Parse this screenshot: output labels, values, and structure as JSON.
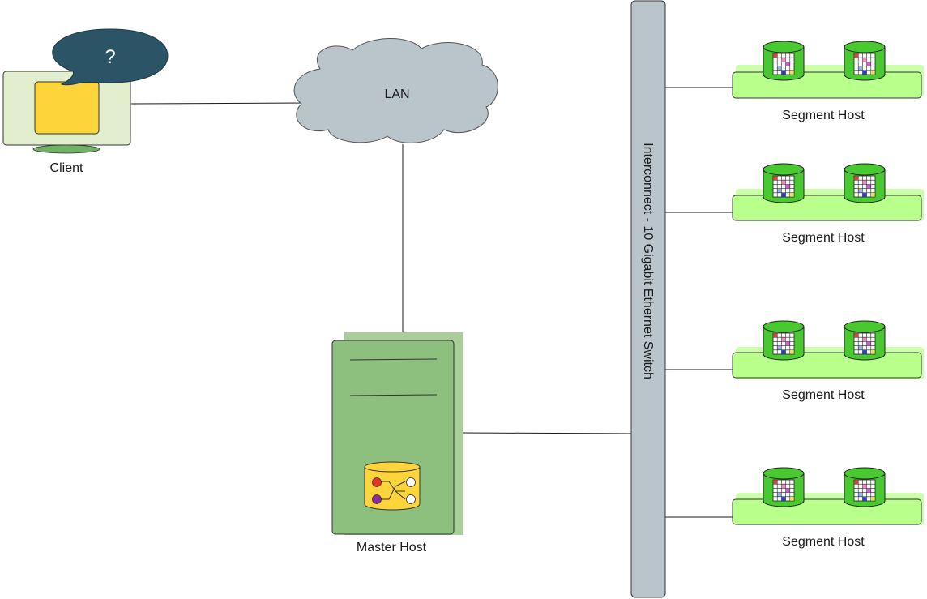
{
  "nodes": {
    "client": {
      "label": "Client",
      "bubble_text": "?"
    },
    "lan": {
      "label": "LAN"
    },
    "master": {
      "label": "Master Host"
    },
    "switch": {
      "label": "Interconnect - 10 Gigabit Ethernet Switch"
    },
    "segments": [
      {
        "label": "Segment Host"
      },
      {
        "label": "Segment Host"
      },
      {
        "label": "Segment Host"
      },
      {
        "label": "Segment Host"
      }
    ]
  },
  "colors": {
    "line": "#1a1a1a",
    "client_monitor": "#e2eecd",
    "client_screen": "#fdd53b",
    "client_stand": "#72b266",
    "bubble": "#2b5566",
    "cloud": "#b9c4cb",
    "master_back": "#a9ce98",
    "master_front": "#8dbf7e",
    "switch": "#b9c4cb",
    "segment_platform": "#b9ff8c",
    "segment_shadow": "#ccffa9",
    "disk": "#49c930",
    "master_disk": "#fdd53b"
  }
}
